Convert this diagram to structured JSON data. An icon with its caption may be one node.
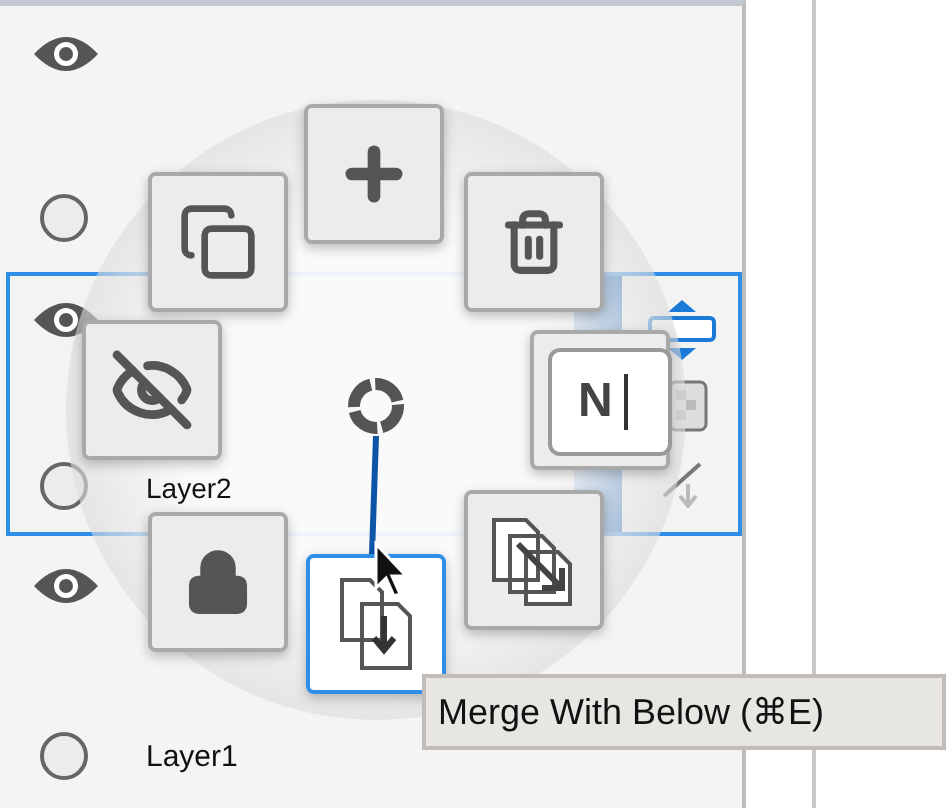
{
  "diagram": {
    "nodes": [
      {
        "text": [],
        "shape": "circle"
      },
      {
        "text": [],
        "shape": "box"
      }
    ],
    "edges": [
      {
        "from": 0,
        "to": 1,
        "arrow": "none"
      }
    ],
    "labels": [
      "N",
      "Layer2",
      "Layer1",
      "Merge With Below (⌘E)"
    ]
  }
}
